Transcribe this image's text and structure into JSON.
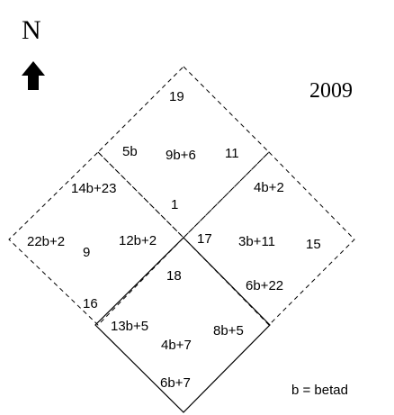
{
  "header": {
    "north_label": "N",
    "year": "2009"
  },
  "legend": {
    "text": "b = betad"
  },
  "plots": {
    "top": [
      "19",
      "5b",
      "9b+6",
      "11",
      "14b+23",
      "1"
    ],
    "left": [
      "22b+2",
      "9",
      "12b+2",
      "16"
    ],
    "right": [
      "4b+2",
      "17",
      "3b+11",
      "15",
      "6b+22"
    ],
    "bottom": [
      "18",
      "13b+5",
      "4b+7",
      "8b+5",
      "6b+7"
    ]
  },
  "colors": {
    "lines": "#000000",
    "background": "#ffffff"
  },
  "icons": {
    "north": "north-arrow-icon"
  }
}
